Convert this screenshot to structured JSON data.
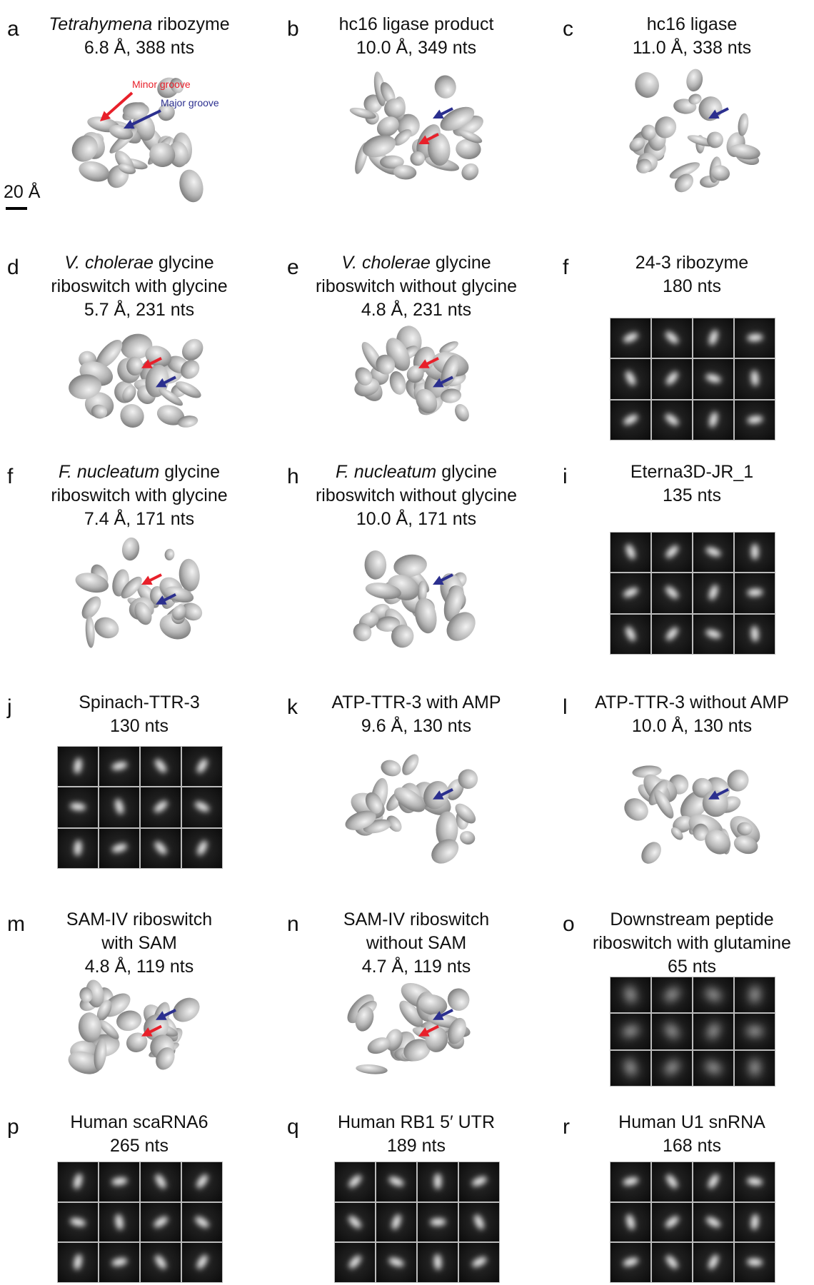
{
  "colors": {
    "minor": "#e8202a",
    "major": "#2b2f8f",
    "density": "#b8b8b8"
  },
  "panels": [
    {
      "letter": "a",
      "title_italic": "Tetrahymena",
      "title_rest": " ribozyme",
      "line2": "",
      "line3": "6.8 Å, 388 nts",
      "kind": "map",
      "minor_label": "Minor groove",
      "major_label": "Major groove",
      "scale": "20 Å"
    },
    {
      "letter": "b",
      "title": "hc16 ligase product",
      "line3": "10.0 Å, 349 nts",
      "kind": "map"
    },
    {
      "letter": "c",
      "title": "hc16 ligase",
      "line3": "11.0 Å, 338 nts",
      "kind": "map"
    },
    {
      "letter": "d",
      "title_italic": "V. cholerae",
      "title_rest": " glycine",
      "line2": "riboswitch with glycine",
      "line3": "5.7 Å, 231 nts",
      "kind": "map"
    },
    {
      "letter": "e",
      "title_italic": "V. cholerae",
      "title_rest": " glycine",
      "line2": "riboswitch without glycine",
      "line3": "4.8 Å, 231 nts",
      "kind": "map"
    },
    {
      "letter": "f",
      "title": "24-3 ribozyme",
      "line3": "180 nts",
      "kind": "classes"
    },
    {
      "letter": "f",
      "title_italic": "F. nucleatum",
      "title_rest": " glycine",
      "line2": "riboswitch with glycine",
      "line3": "7.4 Å, 171 nts",
      "kind": "map"
    },
    {
      "letter": "h",
      "title_italic": "F. nucleatum",
      "title_rest": " glycine",
      "line2": "riboswitch without glycine",
      "line3": "10.0 Å, 171 nts",
      "kind": "map"
    },
    {
      "letter": "i",
      "title": "Eterna3D-JR_1",
      "line3": "135 nts",
      "kind": "classes"
    },
    {
      "letter": "j",
      "title": "Spinach-TTR-3",
      "line3": "130 nts",
      "kind": "classes"
    },
    {
      "letter": "k",
      "title": "ATP-TTR-3 with AMP",
      "line3": "9.6 Å, 130 nts",
      "kind": "map"
    },
    {
      "letter": "l",
      "title": "ATP-TTR-3 without AMP",
      "line3": "10.0 Å, 130 nts",
      "kind": "map"
    },
    {
      "letter": "m",
      "title": "SAM-IV riboswitch",
      "line2": "with SAM",
      "line3": "4.8 Å, 119 nts",
      "kind": "map"
    },
    {
      "letter": "n",
      "title": "SAM-IV riboswitch",
      "line2": "without SAM",
      "line3": "4.7 Å, 119 nts",
      "kind": "map"
    },
    {
      "letter": "o",
      "title": "Downstream peptide",
      "line2": "riboswitch with glutamine",
      "line3": "65 nts",
      "kind": "classes"
    },
    {
      "letter": "p",
      "title": "Human scaRNA6",
      "line3": "265 nts",
      "kind": "classes"
    },
    {
      "letter": "q",
      "title": "Human RB1 5′ UTR",
      "line3": "189 nts",
      "kind": "classes"
    },
    {
      "letter": "r",
      "title": "Human U1 snRNA",
      "line3": "168 nts",
      "kind": "classes"
    }
  ]
}
